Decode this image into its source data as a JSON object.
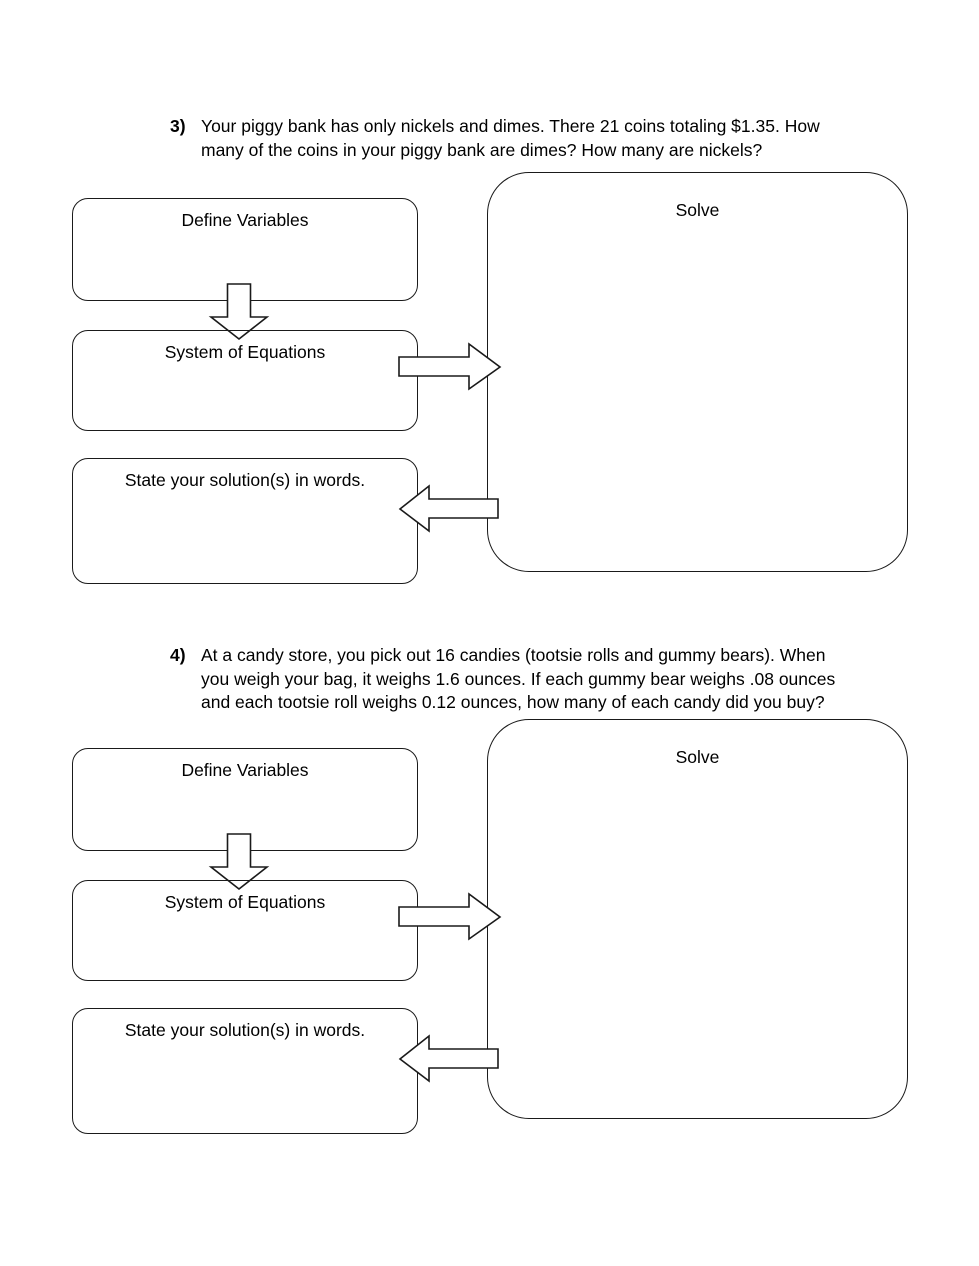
{
  "worksheet": {
    "problems": [
      {
        "number": "3)",
        "text": "Your piggy bank has only nickels and dimes. There 21 coins totaling $1.35. How many of the coins in your piggy bank are dimes? How many are nickels?",
        "boxes": {
          "define": "Define Variables",
          "system": "System of Equations",
          "state": "State your solution(s) in words.",
          "solve": "Solve"
        },
        "arrows": {
          "define_to_system": "down-arrow",
          "system_to_solve": "right-arrow",
          "solve_to_state": "left-arrow"
        }
      },
      {
        "number": "4)",
        "text": "At a candy store, you pick out 16 candies (tootsie rolls and gummy bears). When you weigh your bag, it weighs 1.6 ounces. If each gummy bear weighs .08 ounces and each tootsie roll weighs 0.12 ounces, how many of each candy did you buy?",
        "boxes": {
          "define": "Define Variables",
          "system": "System of Equations",
          "state": "State your solution(s) in words.",
          "solve": "Solve"
        },
        "arrows": {
          "define_to_system": "down-arrow",
          "system_to_solve": "right-arrow",
          "solve_to_state": "left-arrow"
        }
      }
    ],
    "colors": {
      "ink": "#1a1a1a",
      "paper": "#ffffff"
    }
  }
}
